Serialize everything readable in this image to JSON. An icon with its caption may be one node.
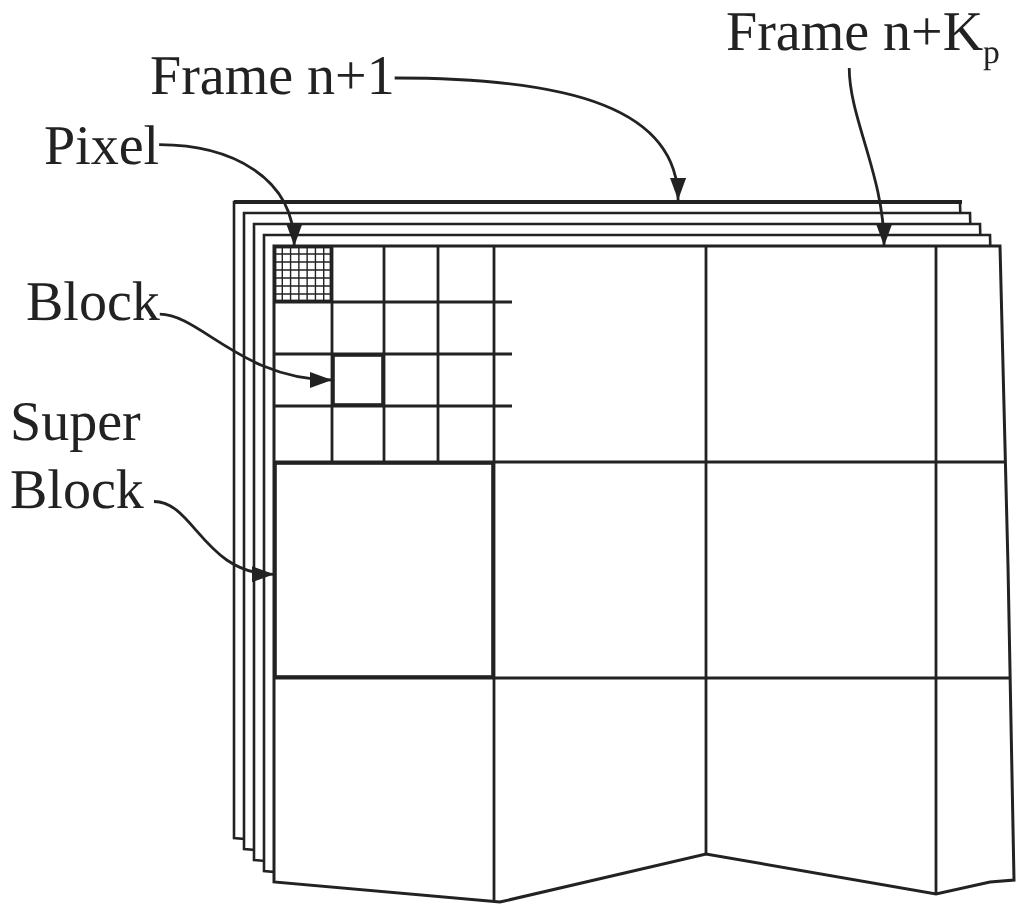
{
  "diagram": {
    "nodes": [
      {
        "text": [
          "Frame n+1"
        ]
      },
      {
        "text": [
          "Frame n+K$_{p}$"
        ]
      },
      {
        "text": [
          "Pixel"
        ]
      },
      {
        "text": [
          "Block"
        ]
      },
      {
        "text": [
          "Super Block"
        ]
      },
      {
        "text": [],
        "shape": "bar"
      },
      {
        "text": [],
        "shape": "box"
      },
      {
        "text": [],
        "shape": "box",
        "in": 6
      },
      {
        "text": [],
        "shape": "box",
        "in": 6
      },
      {
        "text": [],
        "shape": "box",
        "in": 6
      }
    ],
    "edges": [
      {
        "from": 0,
        "to": 5,
        "arrow": "to"
      },
      {
        "from": 1,
        "to": 6,
        "arrow": "to"
      },
      {
        "from": 2,
        "to": 7,
        "arrow": "to"
      },
      {
        "from": 3,
        "to": 8,
        "arrow": "to"
      },
      {
        "from": 4,
        "to": 9,
        "arrow": "to"
      }
    ]
  }
}
